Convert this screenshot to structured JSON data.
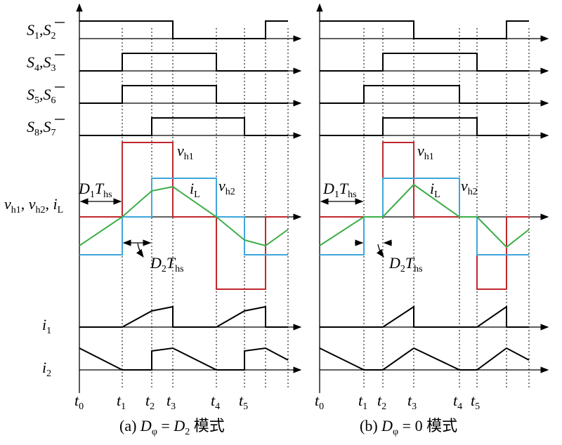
{
  "colors": {
    "vh1": "#c0272d",
    "vh2": "#3ea6dc",
    "iL": "#3cad48",
    "switch": "#000000"
  },
  "labels": {
    "S1": "S",
    "S1_sub": "1",
    "S2": "S",
    "S2_sub": "2",
    "S4": "S",
    "S4_sub": "4",
    "S3": "S",
    "S3_sub": "3",
    "S5": "S",
    "S5_sub": "5",
    "S6": "S",
    "S6_sub": "6",
    "S8": "S",
    "S8_sub": "8",
    "S7": "S",
    "S7_sub": "7",
    "comma": ",",
    "v": "v",
    "h1": "h1",
    "h2": "h2",
    "i": "i",
    "L": "L",
    "sep": ", ",
    "i1_sub": "1",
    "i2_sub": "2",
    "D": "D",
    "T": "T",
    "hs": "hs",
    "D1_sub": "1",
    "D2_sub": "2"
  },
  "time_ticks": [
    {
      "main": "t",
      "sub": "0"
    },
    {
      "main": "t",
      "sub": "1"
    },
    {
      "main": "t",
      "sub": "2"
    },
    {
      "main": "t",
      "sub": "3"
    },
    {
      "main": "t",
      "sub": "4"
    },
    {
      "main": "t",
      "sub": "5"
    }
  ],
  "captions": {
    "a": {
      "prefix": "(a) ",
      "D": "D",
      "phi": "φ",
      "eq": " = ",
      "rhs": "D",
      "rhs_sub": "2",
      "suffix": " 模式"
    },
    "b": {
      "prefix": "(b) ",
      "D": "D",
      "phi": "φ",
      "eq": " = ",
      "rhs": "0",
      "rhs_sub": "",
      "suffix": " 模式"
    }
  }
}
